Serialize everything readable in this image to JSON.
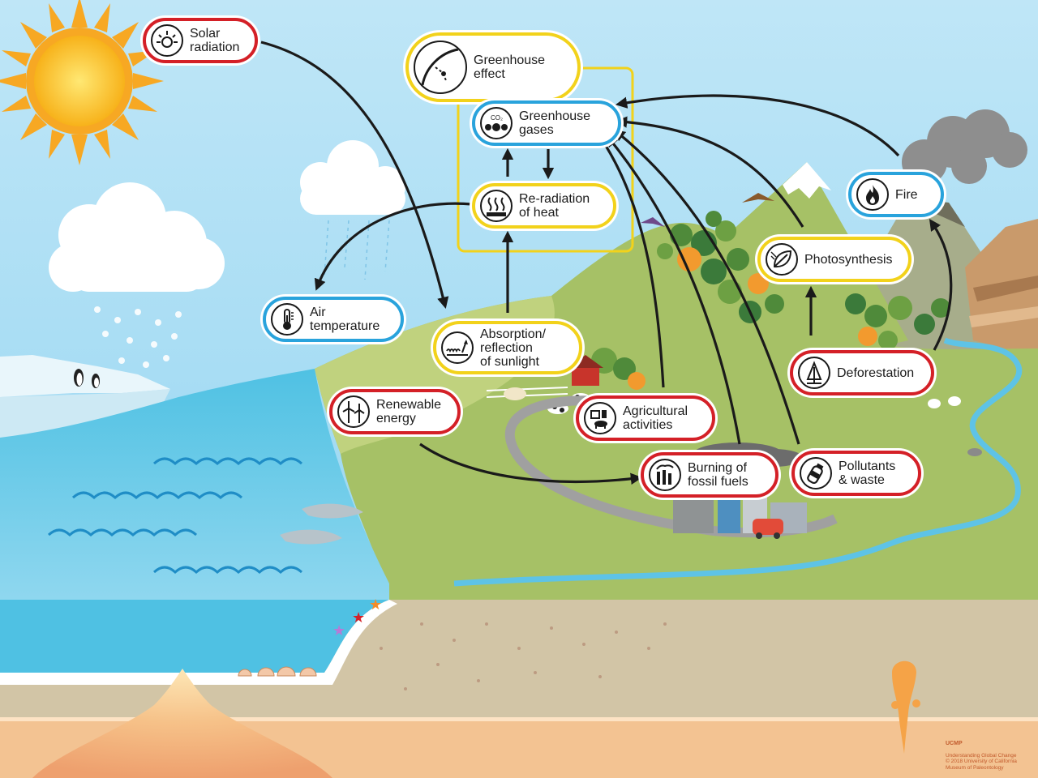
{
  "nodes": {
    "solar_radiation": {
      "label": "Solar\nradiation",
      "color": "red",
      "icon": "sun-icon"
    },
    "greenhouse_effect": {
      "label": "Greenhouse\neffect",
      "color": "yellow",
      "icon": "greenhouse-effect-icon"
    },
    "greenhouse_gases": {
      "label": "Greenhouse\ngases",
      "color": "blue",
      "icon": "co2-molecule-icon",
      "icon_text": "CO₂"
    },
    "reradiation": {
      "label": "Re-radiation\nof heat",
      "color": "yellow",
      "icon": "heat-waves-icon"
    },
    "air_temperature": {
      "label": "Air\ntemperature",
      "color": "blue",
      "icon": "thermometer-icon"
    },
    "absorption": {
      "label": "Absorption/\nreflection\nof sunlight",
      "color": "yellow",
      "icon": "sunlight-absorption-icon"
    },
    "renewable_energy": {
      "label": "Renewable\nenergy",
      "color": "red",
      "icon": "wind-turbine-icon"
    },
    "agricultural": {
      "label": "Agricultural\nactivities",
      "color": "red",
      "icon": "farm-icon"
    },
    "fossil_fuels": {
      "label": "Burning of\nfossil fuels",
      "color": "red",
      "icon": "factory-icon"
    },
    "pollutants": {
      "label": "Pollutants\n& waste",
      "color": "red",
      "icon": "bottle-icon"
    },
    "deforestation": {
      "label": "Deforestation",
      "color": "red",
      "icon": "tree-icon"
    },
    "photosynthesis": {
      "label": "Photosynthesis",
      "color": "yellow",
      "icon": "leaf-icon"
    },
    "fire": {
      "label": "Fire",
      "color": "blue",
      "icon": "flame-icon"
    }
  },
  "credit": {
    "brand": "UCMP",
    "lines": "Understanding Global Change\n© 2018 University of California\nMuseum of Paleontology"
  }
}
